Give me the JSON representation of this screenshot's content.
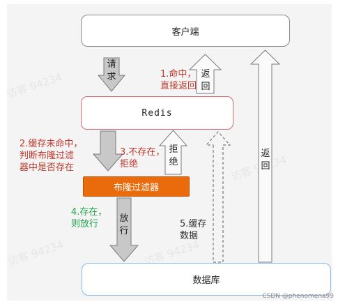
{
  "nodes": {
    "client": "客户端",
    "redis": "Redis",
    "bloom": "布隆过滤器",
    "db": "数据库"
  },
  "arrows": {
    "request": [
      "请",
      "求"
    ],
    "return_top": [
      "返",
      "回"
    ],
    "reject": [
      "拒",
      "绝"
    ],
    "allow": [
      "放",
      "行"
    ],
    "return_right": [
      "返",
      "回"
    ]
  },
  "labels": {
    "step1": [
      "1.命中，",
      "直接返回"
    ],
    "step2": [
      "2.缓存未命中，",
      "判断布隆过滤",
      "器中是否存在"
    ],
    "step3": [
      "3.不存在，",
      "拒绝"
    ],
    "step4": [
      "4.存在，",
      "则放行"
    ],
    "step5": [
      "5.缓存",
      "数据"
    ]
  },
  "watermark": {
    "text": "访客 94234",
    "credit": "CSDN @phenomena99"
  },
  "colors": {
    "redis_border": "#d86b6b",
    "bloom_fill": "#ea6b0c",
    "db_border": "#86b5e8",
    "label_red": "#c0392b",
    "label_green": "#1fa34a"
  }
}
